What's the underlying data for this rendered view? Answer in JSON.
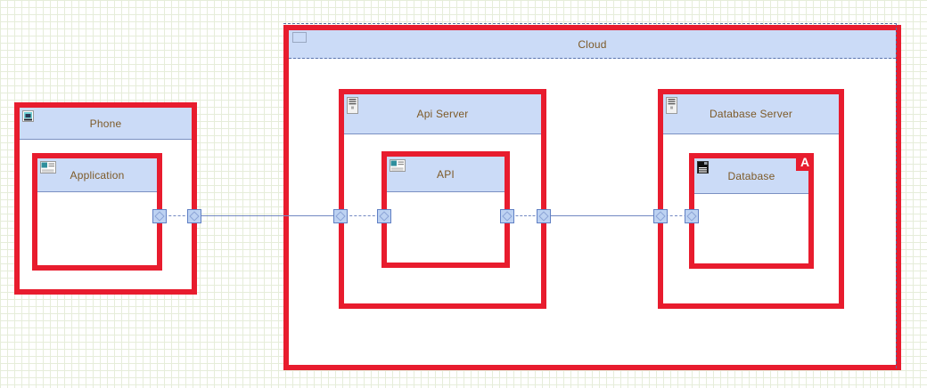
{
  "diagram": {
    "type": "deployment-architecture",
    "colors": {
      "node_border": "#e81c2e",
      "header_fill": "#cbdbf7",
      "header_divider": "#7a90c2",
      "label_text": "#7d5a28",
      "connector_line": "#7288c2",
      "anchor_fill": "#bdd2f2",
      "anchor_border": "#6080c4",
      "selection_dash": "#5a6e9e",
      "badge_fill": "#e81c2e",
      "badge_text": "#ffffff",
      "grid_line": "#e6edda",
      "canvas_background": "#ffffff"
    }
  },
  "nodes": {
    "phone": {
      "label": "Phone",
      "icon": "phone-device-icon"
    },
    "application": {
      "label": "Application",
      "icon": "app-window-icon"
    },
    "cloud": {
      "label": "Cloud",
      "icon": "group-marker-icon",
      "selected": true
    },
    "api_server": {
      "label": "Api Server",
      "icon": "server-icon"
    },
    "api": {
      "label": "API",
      "icon": "app-window-icon"
    },
    "database_server": {
      "label": "Database Server",
      "icon": "server-icon"
    },
    "database": {
      "label": "Database",
      "icon": "database-disk-icon",
      "badge": "A"
    }
  },
  "containment": [
    {
      "parent": "Phone",
      "child": "Application"
    },
    {
      "parent": "Cloud",
      "child": "Api Server"
    },
    {
      "parent": "Cloud",
      "child": "Database Server"
    },
    {
      "parent": "Api Server",
      "child": "API"
    },
    {
      "parent": "Database Server",
      "child": "Database"
    }
  ],
  "connections": [
    {
      "from": "Application",
      "to": "API"
    },
    {
      "from": "API",
      "to": "Database"
    }
  ]
}
